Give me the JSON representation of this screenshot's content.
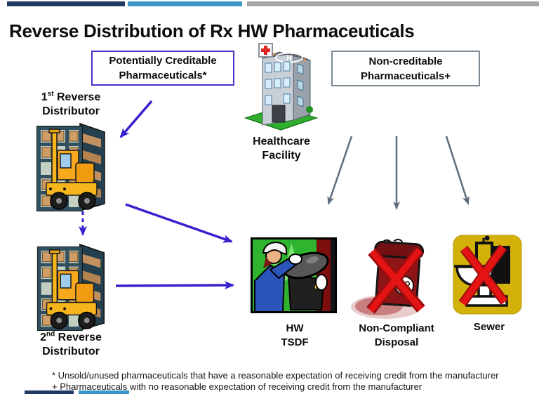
{
  "title": "Reverse Distribution of Rx HW Pharmaceuticals",
  "source_boxes": {
    "creditable": {
      "line1": "Potentially Creditable",
      "line2": "Pharmaceuticals*"
    },
    "non_creditable": {
      "line1": "Non-creditable",
      "line2": "Pharmaceuticals+"
    }
  },
  "facility": {
    "line1": "Healthcare",
    "line2": "Facility"
  },
  "distributors": {
    "first": {
      "num": "1",
      "ordinal": "st",
      "rest": " Reverse",
      "line2": "Distributor"
    },
    "second": {
      "num": "2",
      "ordinal": "nd",
      "rest": " Reverse",
      "line2": "Distributor"
    }
  },
  "destinations": {
    "hw_tsdf": {
      "line1": "HW",
      "line2": "TSDF"
    },
    "non_compliant": {
      "line1": "Non-Compliant",
      "line2": "Disposal"
    },
    "sewer": {
      "line1": "Sewer"
    }
  },
  "footnotes": {
    "asterisk": "* Unsold/unused pharmaceuticals that have a reasonable expectation of receiving credit from the manufacturer",
    "plus": "+ Pharmaceuticals with no reasonable expectation of receiving credit from the manufacturer"
  },
  "icons": {
    "healthcare_facility": "hospital-building-with-helipad-clipart",
    "reverse_distributor": "warehouse-forklift-clipart",
    "hw_tsdf": "worker-closing-hazardous-waste-drum-clipart",
    "non_compliant_disposal": "red-x-over-biohazard-container-clipart",
    "sewer": "red-x-over-toilet-icon"
  },
  "colors": {
    "bar-navy": "#1F3864",
    "bar-blue": "#3E95C6",
    "bar-gray": "#A6A6A6",
    "arrow-blue": "#3620D0",
    "arrow-gray": "#5D6B7B",
    "border-purple": "#4733CC",
    "border-gray": "#7D8A93",
    "red-x": "#E51414",
    "sewer-yellow": "#D2B109",
    "text": "#0D0D0D"
  }
}
